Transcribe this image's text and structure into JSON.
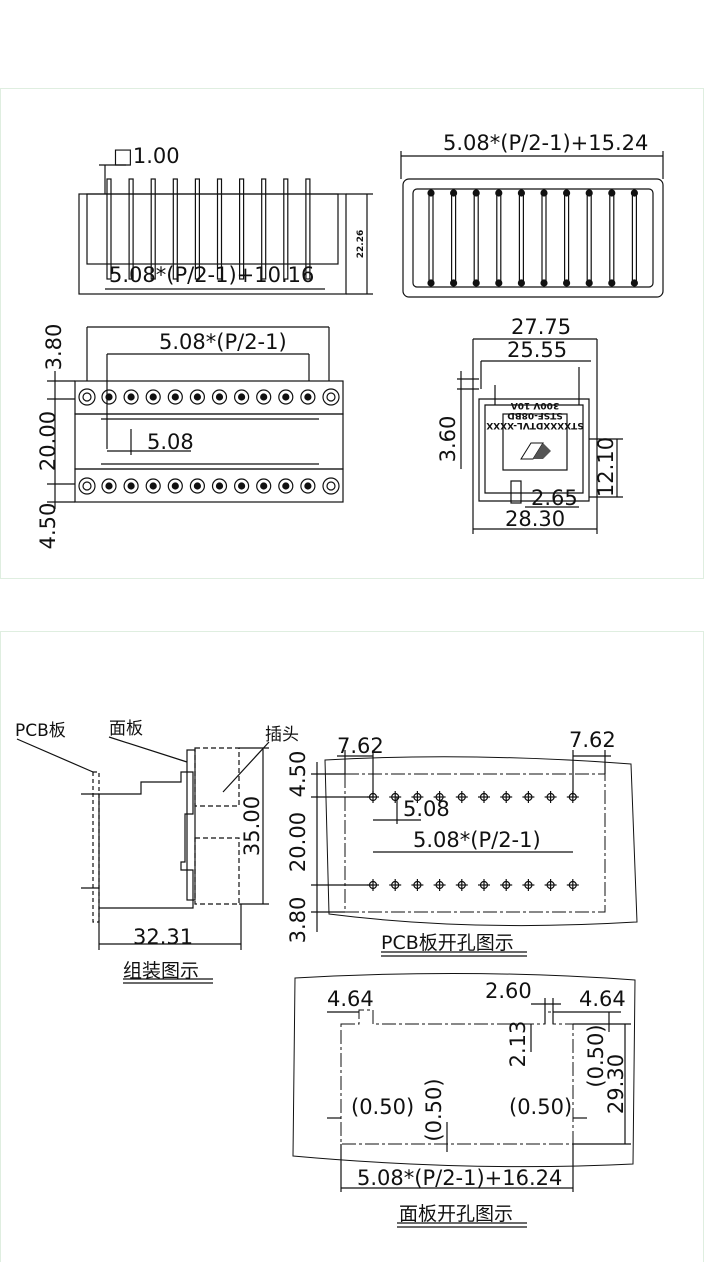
{
  "top": {
    "side_view": {
      "pin_size": "□1.00",
      "width": "5.08*(P/2-1)+10.16",
      "height": "22.26"
    },
    "top_view": {
      "width": "5.08*(P/2-1)+15.24"
    },
    "front_view": {
      "pitch_span": "5.08*(P/2-1)",
      "pitch": "5.08",
      "dim_top": "3.80",
      "dim_mid": "20.00",
      "dim_bottom": "4.50"
    },
    "end_view": {
      "width_outer": "27.75",
      "width_inner": "25.55",
      "height_left": "3.60",
      "height_right": "12.10",
      "foot": "2.65",
      "base": "28.30",
      "label_lines": [
        "STXXXXDTVL-XXXX",
        "STSF-08BD",
        "300V 10A"
      ]
    }
  },
  "bottom": {
    "assembly": {
      "label_pcb": "PCB板",
      "label_panel": "面板",
      "label_plug": "插头",
      "height": "35.00",
      "depth": "32.31",
      "caption": "组装图示"
    },
    "pcb_cutout": {
      "left_margin": "7.62",
      "right_margin": "7.62",
      "dim_top": "4.50",
      "dim_mid": "20.00",
      "dim_bottom": "3.80",
      "pitch": "5.08",
      "pitch_span": "5.08*(P/2-1)",
      "caption": "PCB板开孔图示"
    },
    "panel_cutout": {
      "left_tab": "4.64",
      "right_tab": "4.64",
      "notch": "2.60",
      "notch_depth": "2.13",
      "radius_right": "(0.50)",
      "height": "29.30",
      "radius_left": "(0.50)",
      "radius_center": "(0.50)",
      "radius_inner": "(0.50)",
      "width": "5.08*(P/2-1)+16.24",
      "caption": "面板开孔图示"
    }
  }
}
